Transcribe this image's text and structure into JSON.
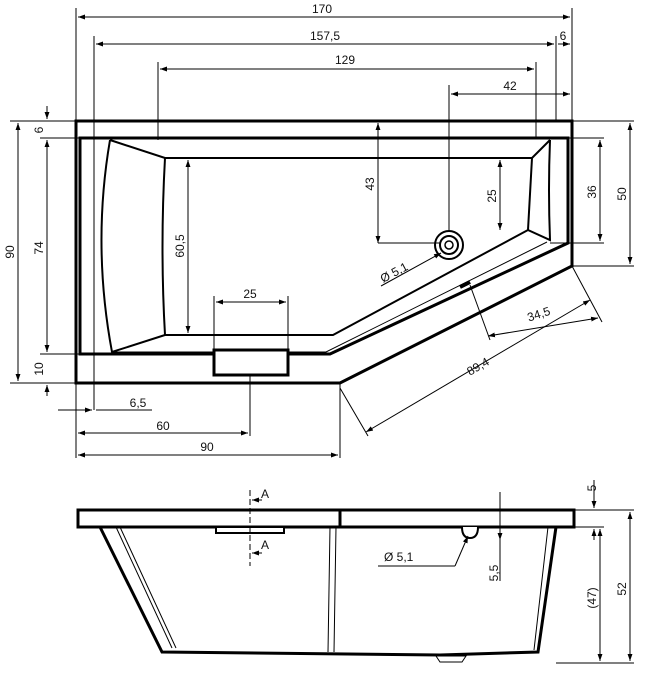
{
  "drawing": {
    "top_view": {
      "overall_width": "170",
      "inner_width": "157,5",
      "length_129": "129",
      "drain_offset": "42",
      "right_rim": "6",
      "top_rim": "6",
      "overall_depth": "90",
      "inner_depth": "74",
      "bottom_rim": "10",
      "drain_depth": "43",
      "drain_right": "25",
      "right_depth_36": "36",
      "right_depth_50": "50",
      "headrest_depth": "60,5",
      "overflow_width": "25",
      "drain_dia": "Ø 5,1",
      "angled_34": "34,5",
      "angled_89": "89,4",
      "left_rim": "6,5",
      "overflow_pos": "60",
      "bottom_length": "90"
    },
    "side_view": {
      "section_label_top": "A",
      "section_label_bottom": "A",
      "drain_dia": "Ø 5,1",
      "rim_height": "5",
      "drain_height": "5,5",
      "inner_height": "(47)",
      "total_height": "52"
    }
  },
  "colors": {
    "line": "#000000",
    "background": "#ffffff"
  }
}
